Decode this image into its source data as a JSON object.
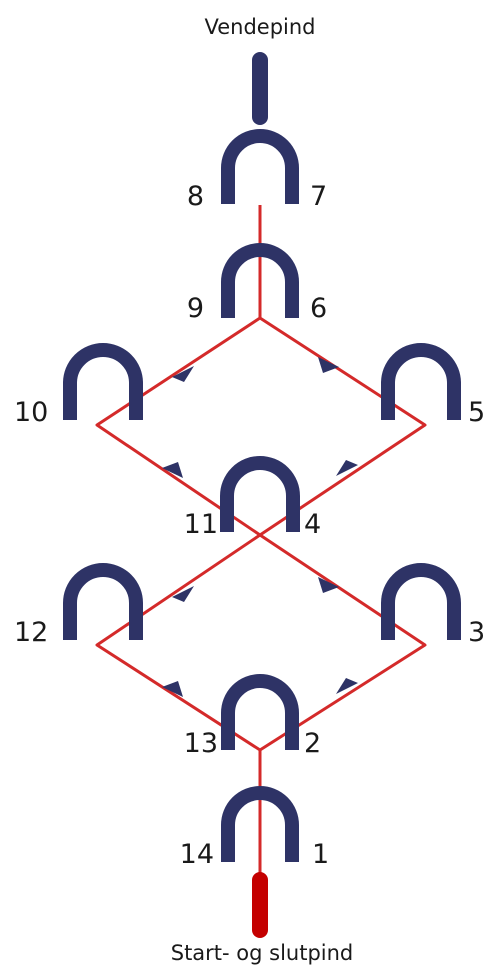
{
  "diagram": {
    "top_label": "Vendepind",
    "bottom_label": "Start- og slutpind",
    "numbers": {
      "n1": "1",
      "n2": "2",
      "n3": "3",
      "n4": "4",
      "n5": "5",
      "n6": "6",
      "n7": "7",
      "n8": "8",
      "n9": "9",
      "n10": "10",
      "n11": "11",
      "n12": "12",
      "n13": "13",
      "n14": "14"
    },
    "colors": {
      "arch": "#2e3366",
      "path": "#d42a2a",
      "start_peg": "#c40000",
      "text": "#1a1a1a"
    }
  }
}
